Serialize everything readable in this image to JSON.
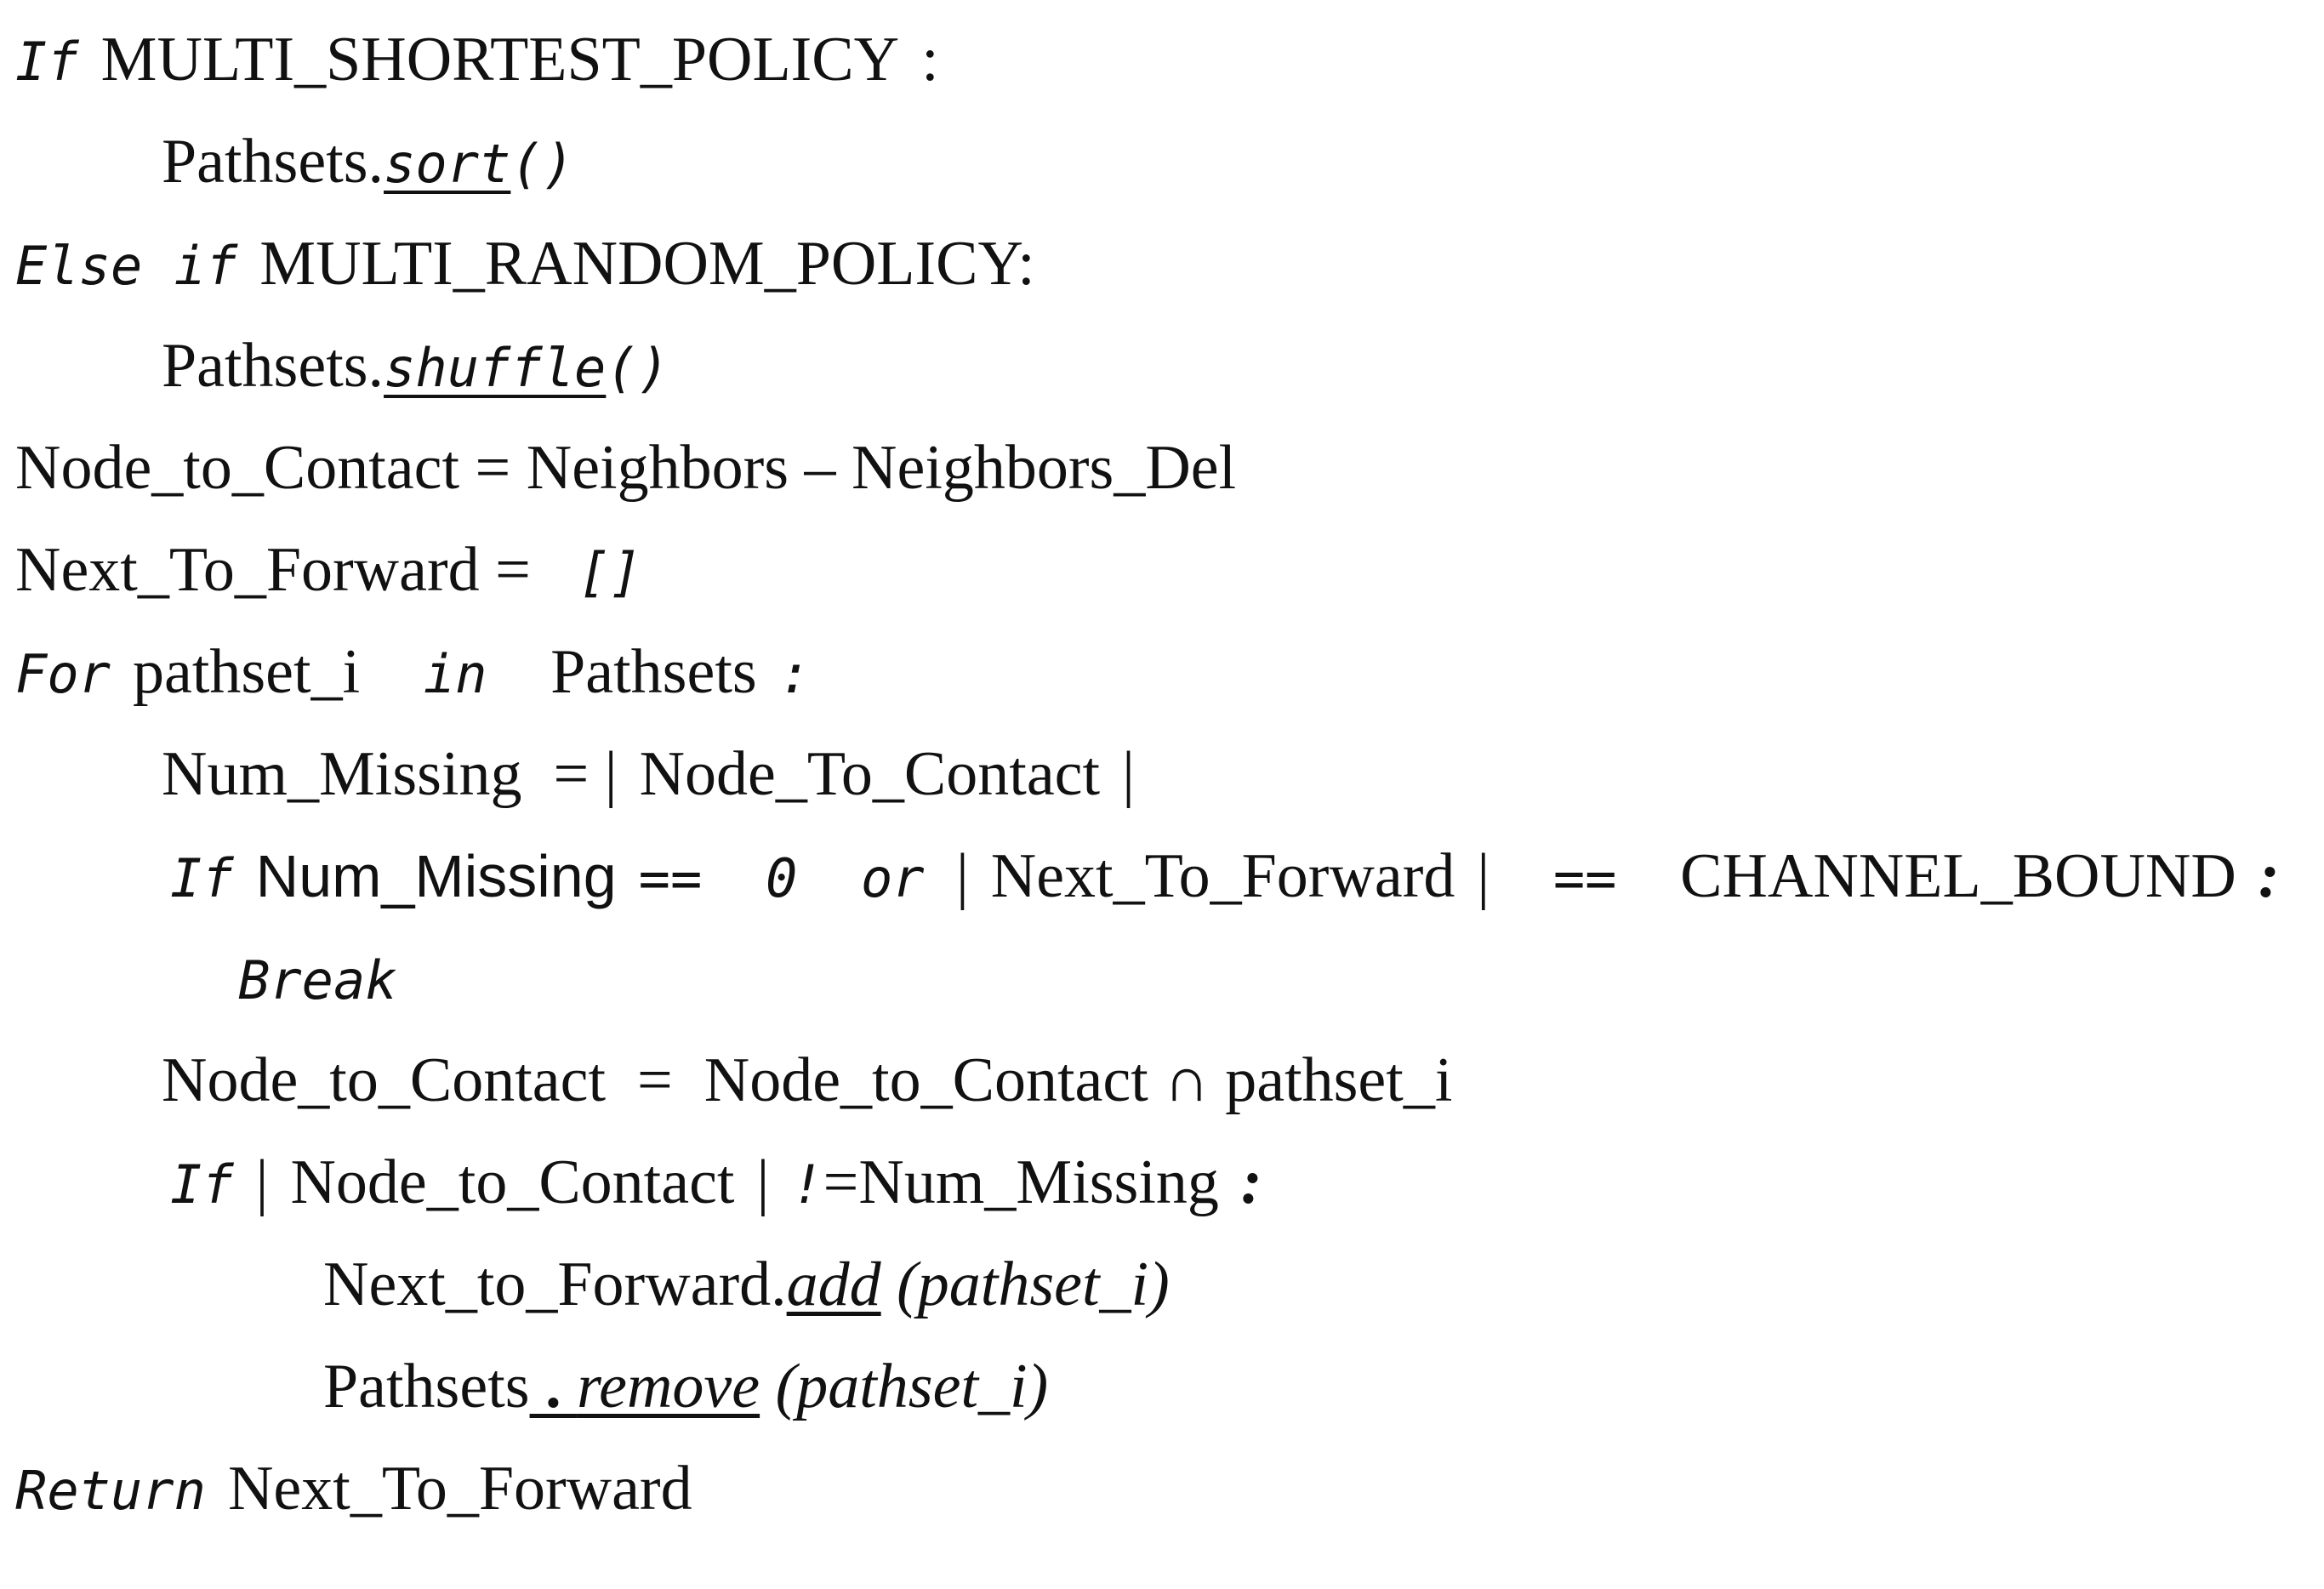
{
  "document": {
    "kind": "pseudocode-listing",
    "background_color": "#ffffff",
    "text_color": "#111111"
  },
  "lines": [
    {
      "id": "line-1",
      "indent": 0,
      "tokens": [
        {
          "t": "If",
          "style": "kw"
        },
        {
          "t": " ",
          "style": "sp"
        },
        {
          "t": "MULTI_SHORTEST_POLICY",
          "style": "id"
        },
        {
          "t": " ",
          "style": "sp"
        },
        {
          "t": ":",
          "style": "op"
        }
      ]
    },
    {
      "id": "line-2",
      "indent": 1,
      "tokens": [
        {
          "t": "Pathsets.",
          "style": "id"
        },
        {
          "t": "sort",
          "style": "meth"
        },
        {
          "t": "()",
          "style": "mono"
        }
      ]
    },
    {
      "id": "line-3",
      "indent": 0,
      "tokens": [
        {
          "t": "Else if",
          "style": "kw"
        },
        {
          "t": " ",
          "style": "sp"
        },
        {
          "t": "MULTI_RANDOM_POLICY:",
          "style": "id"
        }
      ]
    },
    {
      "id": "line-4",
      "indent": 1,
      "tokens": [
        {
          "t": "Pathsets.",
          "style": "id"
        },
        {
          "t": "shuffle",
          "style": "meth"
        },
        {
          "t": "()",
          "style": "mono"
        }
      ]
    },
    {
      "id": "line-5",
      "indent": 0,
      "tokens": [
        {
          "t": "Node_to_Contact",
          "style": "id"
        },
        {
          "t": " = ",
          "style": "op"
        },
        {
          "t": "Neighbors",
          "style": "id"
        },
        {
          "t": " – ",
          "style": "op"
        },
        {
          "t": "Neighbors_Del",
          "style": "id"
        }
      ]
    },
    {
      "id": "line-6",
      "indent": 0,
      "tokens": [
        {
          "t": "Next_To_Forward",
          "style": "id"
        },
        {
          "t": " = ",
          "style": "op"
        },
        {
          "t": " [] ",
          "style": "mono"
        }
      ]
    },
    {
      "id": "line-7",
      "indent": 0,
      "tokens": [
        {
          "t": "For",
          "style": "kw"
        },
        {
          "t": " ",
          "style": "sp"
        },
        {
          "t": "pathset_i",
          "style": "id"
        },
        {
          "t": "  in  ",
          "style": "kw"
        },
        {
          "t": "Pathsets",
          "style": "id"
        },
        {
          "t": " ",
          "style": "sp"
        },
        {
          "t": ":",
          "style": "mono"
        }
      ]
    },
    {
      "id": "line-8",
      "indent": 1,
      "tokens": [
        {
          "t": "Num_Missing",
          "style": "id"
        },
        {
          "t": "  = ",
          "style": "op"
        },
        {
          "t": "|",
          "style": "bar"
        },
        {
          "t": " ",
          "style": "sp"
        },
        {
          "t": "Node_To_Contact",
          "style": "id"
        },
        {
          "t": " ",
          "style": "sp"
        },
        {
          "t": "|",
          "style": "bar"
        }
      ]
    },
    {
      "id": "line-9",
      "indent": 2,
      "tokens": [
        {
          "t": "If",
          "style": "kw"
        },
        {
          "t": " ",
          "style": "sp"
        },
        {
          "t": "Num_Missing",
          "style": "idsans"
        },
        {
          "t": " ",
          "style": "sp"
        },
        {
          "t": "==  0  or ",
          "style": "mono"
        },
        {
          "t": "|",
          "style": "bar"
        },
        {
          "t": " ",
          "style": "sp"
        },
        {
          "t": "Next_To_Forward",
          "style": "id"
        },
        {
          "t": " ",
          "style": "sp"
        },
        {
          "t": "|",
          "style": "bar"
        },
        {
          "t": "  ==  ",
          "style": "mono"
        },
        {
          "t": "CHANNEL_BOUND",
          "style": "id"
        },
        {
          "t": "  ",
          "style": "sp"
        },
        {
          "t": ":",
          "style": "colon-it"
        }
      ]
    },
    {
      "id": "line-10",
      "indent": 3,
      "tokens": [
        {
          "t": "Break",
          "style": "kw"
        }
      ]
    },
    {
      "id": "line-11",
      "indent": 1,
      "tokens": [
        {
          "t": "Node_to_Contact",
          "style": "id"
        },
        {
          "t": "  =  ",
          "style": "op"
        },
        {
          "t": "Node_to_Contact",
          "style": "id"
        },
        {
          "t": " ∩ ",
          "style": "op"
        },
        {
          "t": "pathset_i",
          "style": "id"
        }
      ]
    },
    {
      "id": "line-12",
      "indent": 2,
      "tokens": [
        {
          "t": "If",
          "style": "kw"
        },
        {
          "t": "  ",
          "style": "sp"
        },
        {
          "t": "|",
          "style": "bar"
        },
        {
          "t": " ",
          "style": "sp"
        },
        {
          "t": "Node_to_Contact",
          "style": "id"
        },
        {
          "t": " ",
          "style": "sp"
        },
        {
          "t": "|",
          "style": "bar"
        },
        {
          "t": "  ",
          "style": "sp"
        },
        {
          "t": "!",
          "style": "mono"
        },
        {
          "t": "=",
          "style": "op"
        },
        {
          "t": "Num_Missing",
          "style": "id"
        },
        {
          "t": " ",
          "style": "sp"
        },
        {
          "t": ":",
          "style": "colon-it"
        }
      ]
    },
    {
      "id": "line-13",
      "indent": 4,
      "tokens": [
        {
          "t": "Next_to_Forward.",
          "style": "id"
        },
        {
          "t": "add",
          "style": "meth-serif"
        },
        {
          "t": " (pathset_i)",
          "style": "paren"
        }
      ]
    },
    {
      "id": "line-14",
      "indent": 4,
      "tokens": [
        {
          "t": "Pathsets",
          "style": "id"
        },
        {
          "t": " . ",
          "style": "dot-under"
        },
        {
          "t": "remove",
          "style": "meth-serif"
        },
        {
          "t": " (pathset_i)",
          "style": "paren"
        }
      ]
    },
    {
      "id": "line-15",
      "indent": 0,
      "tokens": [
        {
          "t": "Return",
          "style": "kw"
        },
        {
          "t": "  ",
          "style": "sp"
        },
        {
          "t": "Next_To_Forward",
          "style": "id"
        }
      ]
    }
  ]
}
